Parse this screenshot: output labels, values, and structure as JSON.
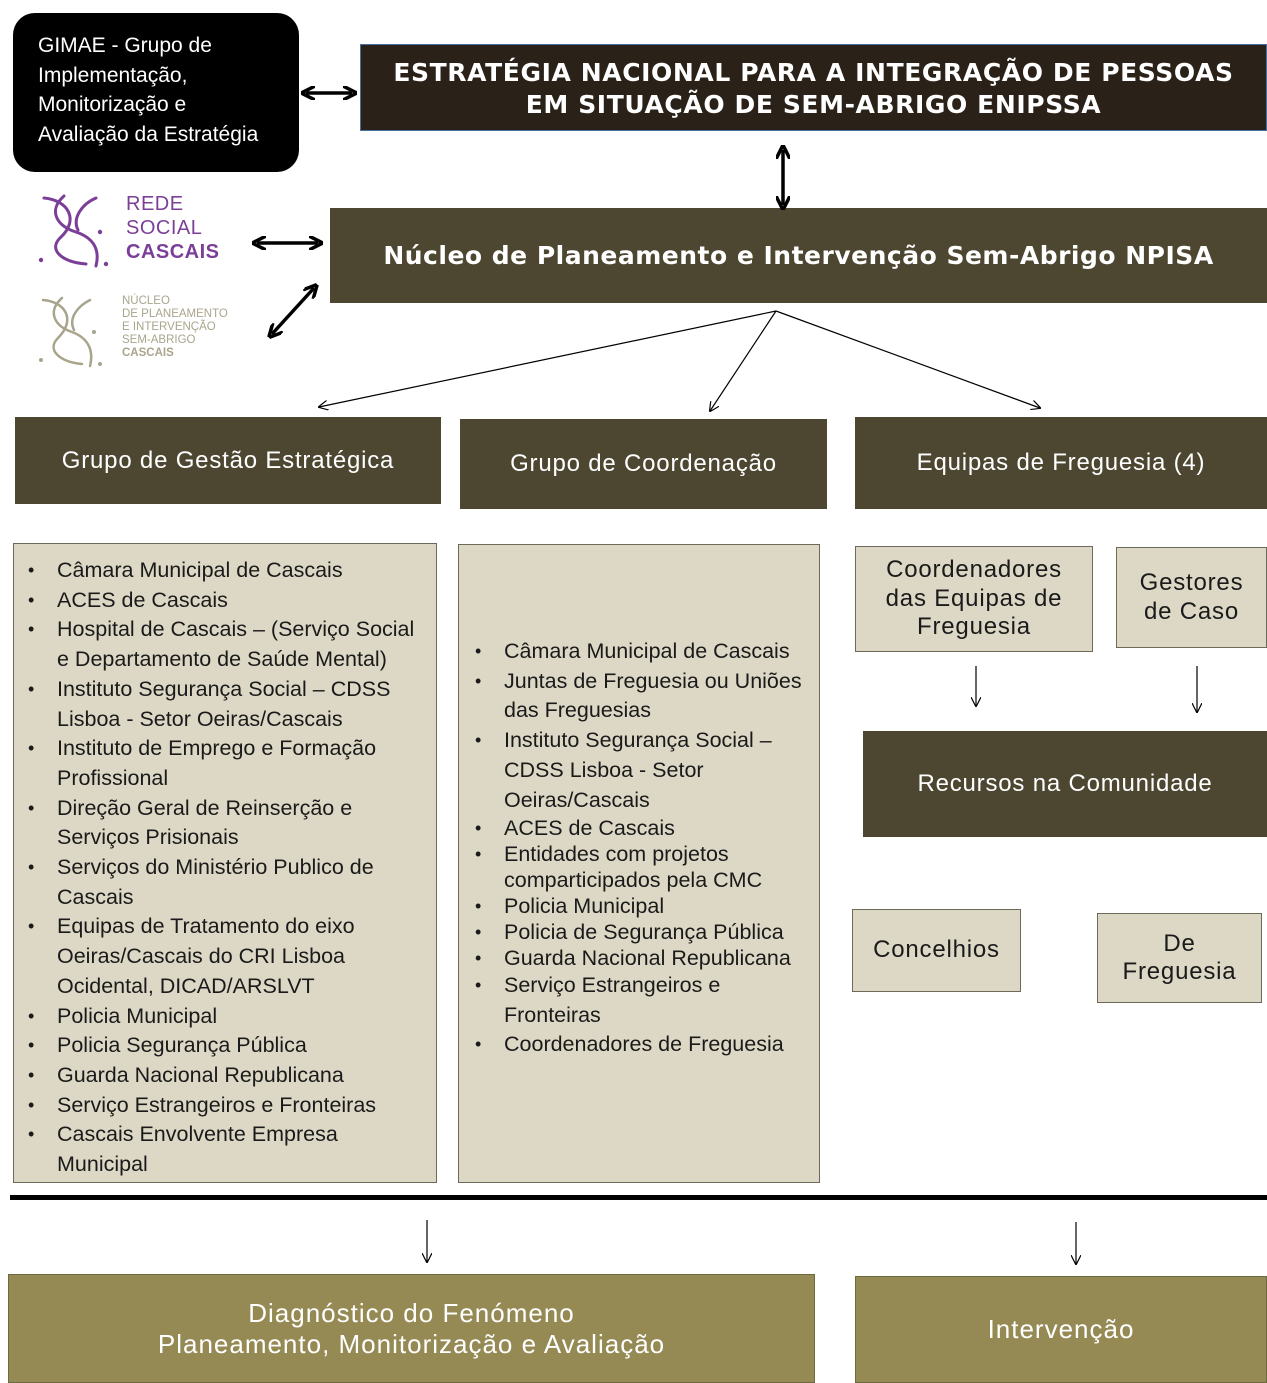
{
  "gimae": {
    "lines": [
      "GIMAE - Grupo de",
      "Implementação,",
      "Monitorização e",
      "Avaliação da Estratégia"
    ]
  },
  "title": {
    "line1": "ESTRATÉGIA NACIONAL PARA A INTEGRAÇÃO DE PESSOAS",
    "line2": "EM SITUAÇÃO DE SEM-ABRIGO ENIPSSA"
  },
  "logo_rede": {
    "lines": [
      "REDE",
      "SOCIAL",
      "CASCAIS"
    ]
  },
  "logo_npisa": {
    "lines": [
      "NÚCLEO",
      "DE PLANEAMENTO",
      "E INTERVENÇÃO",
      "SEM-ABRIGO",
      "CASCAIS"
    ]
  },
  "npisa": {
    "label": "Núcleo de Planeamento e Intervenção Sem-Abrigo NPISA"
  },
  "groups": {
    "gestao": {
      "title": "Grupo de Gestão Estratégica",
      "items": [
        "Câmara Municipal de Cascais",
        "ACES de Cascais",
        "Hospital de Cascais – (Serviço Social e Departamento de Saúde Mental)",
        "Instituto Segurança Social – CDSS Lisboa - Setor Oeiras/Cascais",
        "Instituto de Emprego e Formação Profissional",
        "Direção Geral de Reinserção e Serviços Prisionais",
        "Serviços do Ministério Publico de Cascais",
        "Equipas de Tratamento do eixo Oeiras/Cascais do CRI Lisboa Ocidental, DICAD/ARSLVT",
        "Policia Municipal",
        "Policia Segurança Pública",
        "Guarda Nacional Republicana",
        "Serviço Estrangeiros e Fronteiras",
        "Cascais Envolvente Empresa Municipal"
      ]
    },
    "coordenacao": {
      "title": "Grupo de Coordenação",
      "items": [
        "Câmara Municipal de Cascais",
        "Juntas de Freguesia ou Uniões das Freguesias",
        "Instituto Segurança Social – CDSS Lisboa - Setor Oeiras/Cascais",
        "ACES de Cascais",
        "Entidades com projetos comparticipados pela CMC",
        "Policia Municipal",
        "Policia de Segurança Pública",
        "Guarda Nacional Republicana",
        "Serviço Estrangeiros e Fronteiras",
        "Coordenadores de Freguesia"
      ]
    },
    "equipas": {
      "title": "Equipas de Freguesia (4)",
      "coordenadores": [
        "Coordenadores",
        "das Equipas de",
        "Freguesia"
      ],
      "gestores": [
        "Gestores",
        "de Caso"
      ],
      "recursos": "Recursos na Comunidade",
      "concelhios": "Concelhios",
      "freguesia": [
        "De",
        "Freguesia"
      ]
    }
  },
  "bottom": {
    "diagnostico_line1": "Diagnóstico do Fenómeno",
    "diagnostico_line2": "Planeamento, Monitorização e Avaliação",
    "intervencao": "Intervenção"
  },
  "colors": {
    "dark_olive": "#4d4731",
    "title_dark": "#2a2218",
    "beige": "#ddd8c5",
    "olive": "#958a54",
    "logo_purple": "#7b3f98",
    "logo_gray": "#a9a58c"
  }
}
